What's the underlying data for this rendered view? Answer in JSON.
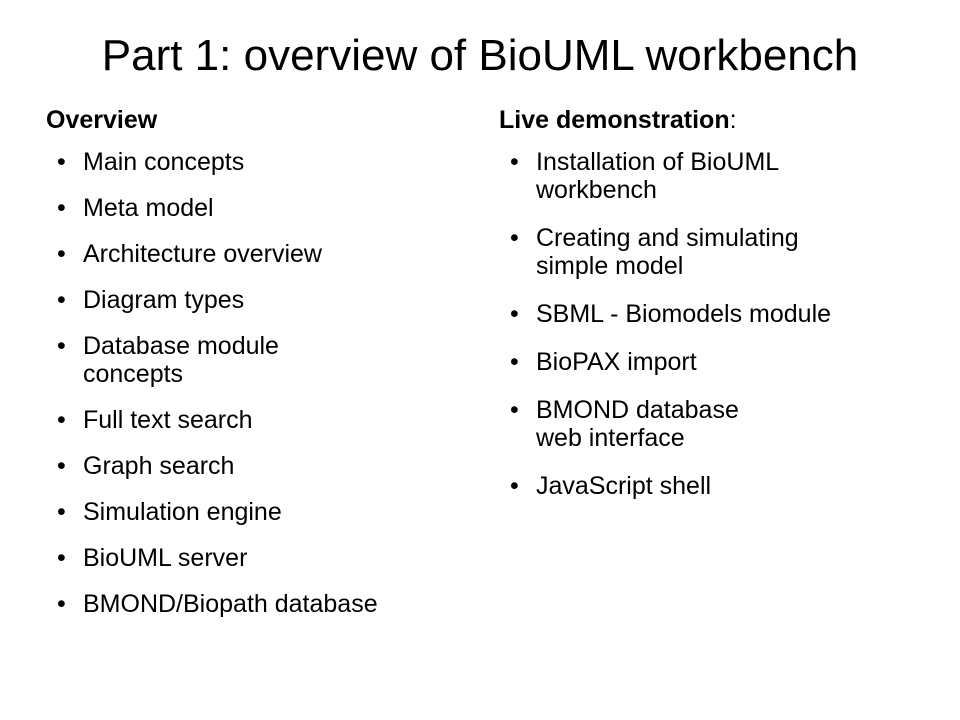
{
  "slide": {
    "title": "Part 1: overview of BioUML workbench"
  },
  "left": {
    "heading": "Overview",
    "bullet": "•",
    "items": [
      "Main concepts",
      "Meta model",
      "Architecture overview",
      "Diagram types",
      "Database module\nconcepts",
      "Full text search",
      "Graph search",
      "Simulation engine",
      "BioUML server",
      "BMOND/Biopath database"
    ]
  },
  "right": {
    "heading": "Live demonstration",
    "heading_suffix": ":",
    "bullet": "•",
    "items": [
      "Installation of BioUML\nworkbench",
      "Creating and simulating\nsimple model",
      "SBML - Biomodels module",
      "BioPAX import",
      "BMOND database\nweb interface",
      "JavaScript shell"
    ]
  }
}
